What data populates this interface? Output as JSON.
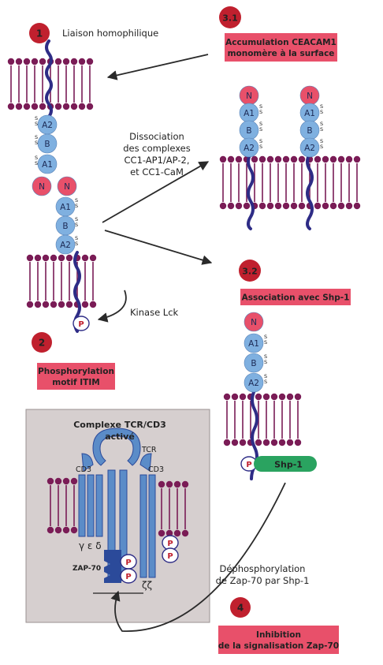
{
  "colors": {
    "membrane": "#7a1c56",
    "domain_blue": "#7fb0e0",
    "domain_n": "#e8506a",
    "chain": "#2e2c86",
    "step_circle": "#c0202e",
    "label_box": "#e8506a",
    "shp1": "#2aa360",
    "tcr_blue": "#5b8cc8",
    "zap70": "#2b4a9a",
    "panel_bg": "#d6cfcf"
  },
  "steps": {
    "s1": "1",
    "s2": "2",
    "s31": "3.1",
    "s32": "3.2",
    "s4": "4"
  },
  "labels": {
    "liaison": "Liaison homophilique",
    "accum_line1": "Accumulation CEACAM1",
    "accum_line2": "monomère à la surface",
    "dissoc_line1": "Dissociation",
    "dissoc_line2": "des complexes",
    "dissoc_line3": "CC1-AP1/AP-2,",
    "dissoc_line4": "et CC1-CaM",
    "assoc": "Association avec Shp-1",
    "kinase": "Kinase Lck",
    "phospho_line1": "Phosphorylation",
    "phospho_line2": "motif ITIM",
    "dephospho_line1": "Déphosphorylation",
    "dephospho_line2": "de Zap-70 par Shp-1",
    "inhib_line1": "Inhibition",
    "inhib_line2": "de la signalisation Zap-70"
  },
  "panel": {
    "title_line1": "Complexe TCR/CD3",
    "title_line2": "activé",
    "tcr": "TCR",
    "cd3_left": "CD3",
    "cd3_right": "CD3",
    "greek_left": "γ ε δ",
    "greek_right": "ζζ",
    "zap70": "ZAP-70"
  },
  "domains": {
    "n": "N",
    "a1": "A1",
    "b": "B",
    "a2": "A2",
    "p": "P",
    "s": "S",
    "shp1": "Shp-1"
  }
}
